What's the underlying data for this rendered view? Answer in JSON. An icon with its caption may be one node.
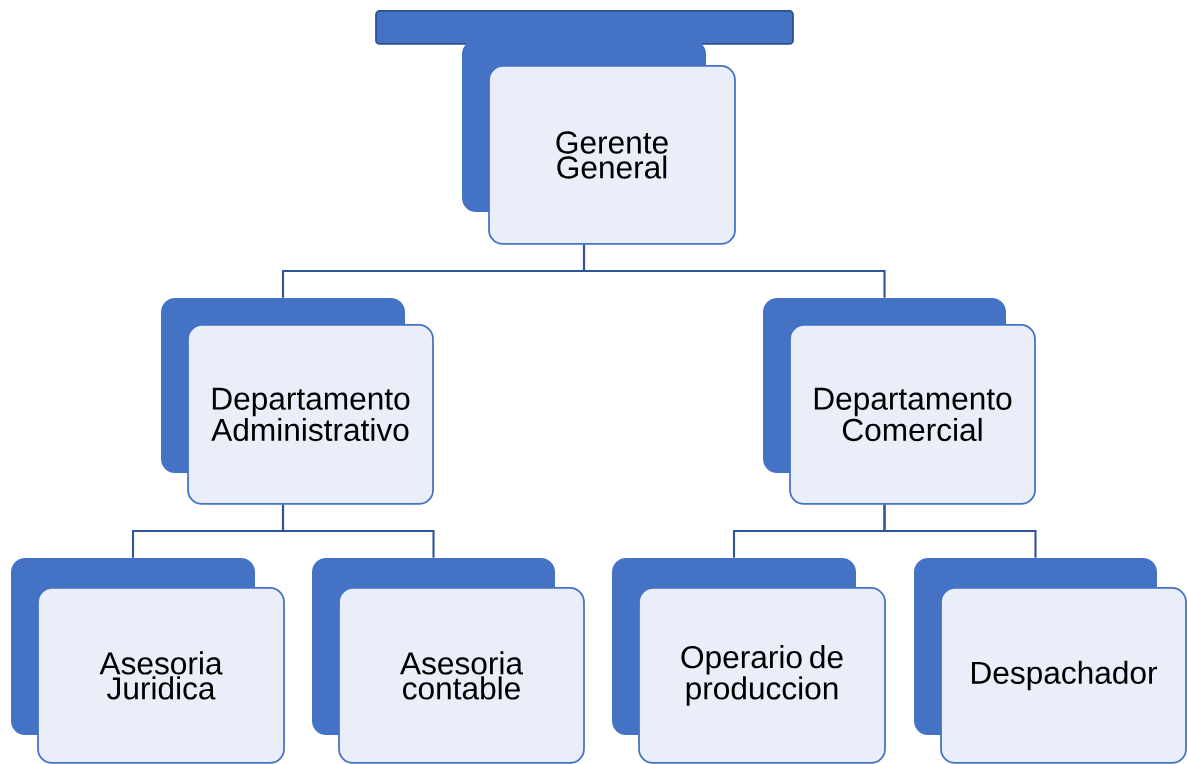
{
  "diagram": {
    "nodes": [
      {
        "text": [],
        "shape": "bar"
      },
      {
        "text": [
          "Gerente General"
        ]
      },
      {
        "text": [
          "Departamento Administrativo"
        ]
      },
      {
        "text": [
          "Departamento Comercial"
        ]
      },
      {
        "text": [
          "Asesoria Juridica"
        ]
      },
      {
        "text": [
          "Asesoria contable"
        ]
      },
      {
        "text": [
          "Operario de produccion"
        ]
      },
      {
        "text": [
          "Despachador"
        ]
      }
    ],
    "edges": [
      {
        "from": 1,
        "to": 2,
        "arrow": "none"
      },
      {
        "from": 1,
        "to": 3,
        "arrow": "none"
      },
      {
        "from": 2,
        "to": 4,
        "arrow": "none"
      },
      {
        "from": 2,
        "to": 5,
        "arrow": "none"
      },
      {
        "from": 3,
        "to": 6,
        "arrow": "none"
      },
      {
        "from": 3,
        "to": 7,
        "arrow": "none"
      }
    ]
  }
}
